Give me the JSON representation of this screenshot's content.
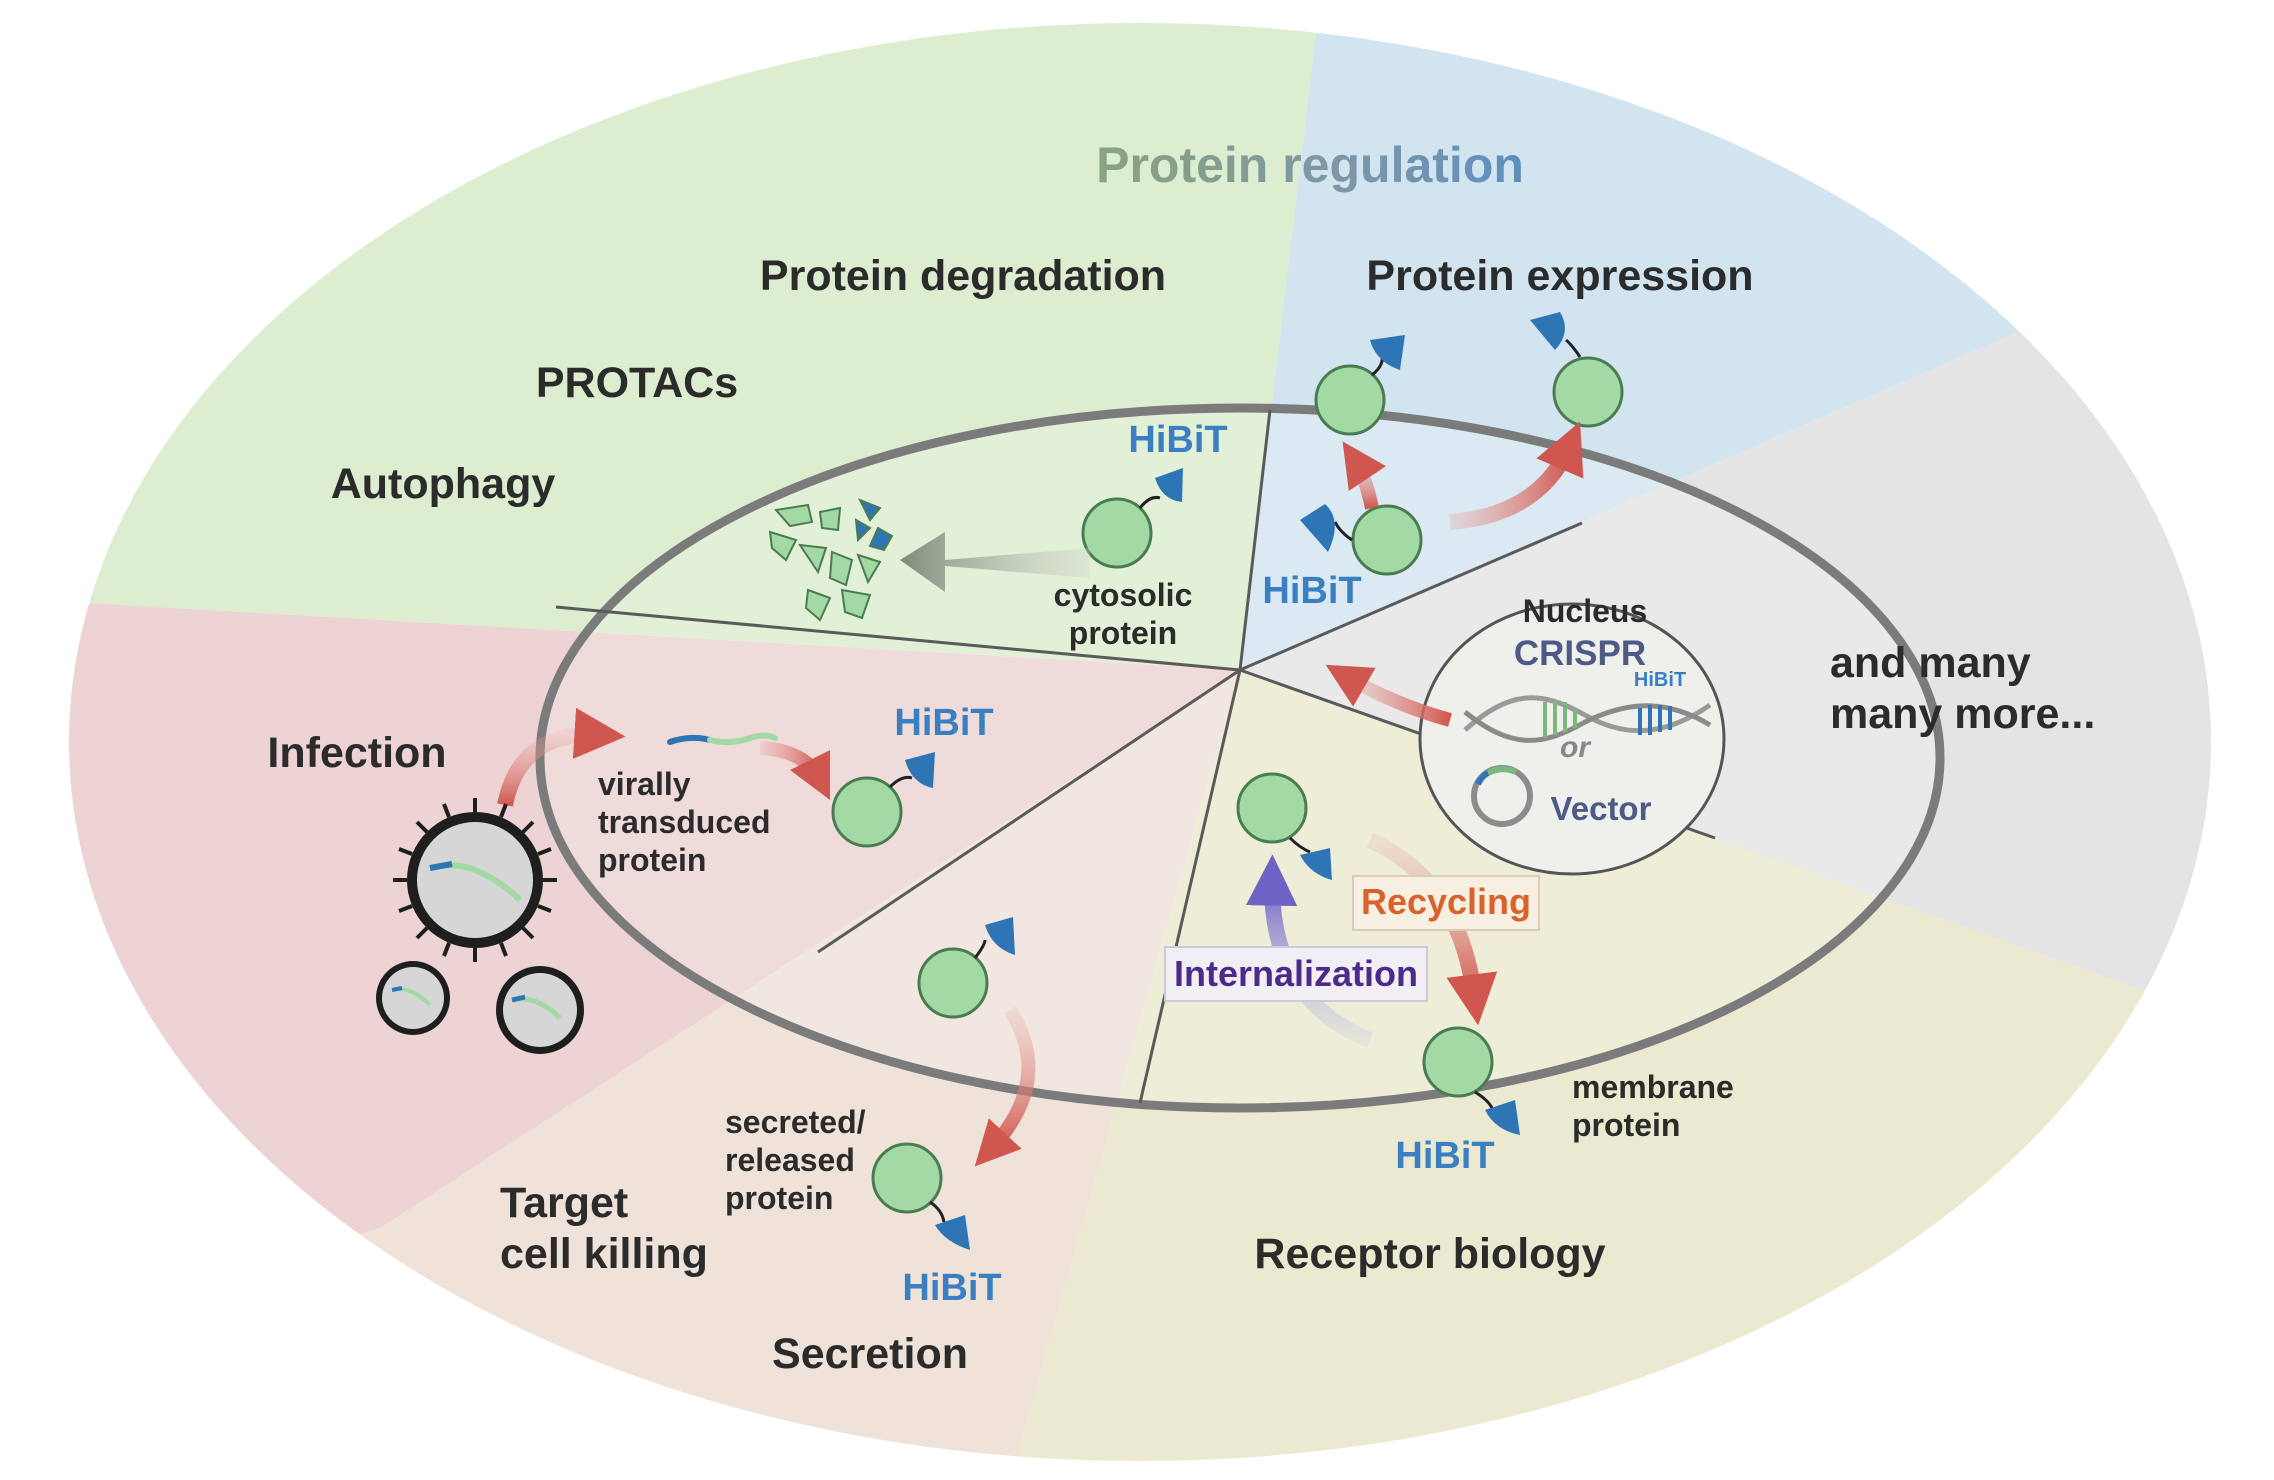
{
  "title": "Protein regulation",
  "sections": {
    "protein_degradation": "Protein degradation",
    "protacs": "PROTACs",
    "autophagy": "Autophagy",
    "protein_expression": "Protein expression",
    "infection": "Infection",
    "more_line1": "and many",
    "more_line2": "many more...",
    "target_line1": "Target",
    "target_line2": "cell killing",
    "secretion": "Secretion",
    "receptor_biology": "Receptor biology"
  },
  "inner_labels": {
    "hibit": "HiBiT",
    "cytosolic_line1": "cytosolic",
    "cytosolic_line2": "protein",
    "virally_line1": "virally",
    "virally_line2": "transduced",
    "virally_line3": "protein",
    "secreted_line1": "secreted/",
    "secreted_line2": "released",
    "secreted_line3": "protein",
    "membrane_line1": "membrane",
    "membrane_line2": "protein",
    "recycling": "Recycling",
    "internalization": "Internalization",
    "nucleus": "Nucleus",
    "crispr": "CRISPR",
    "or": "or",
    "vector": "Vector"
  },
  "colors": {
    "green_sector": "#dfeed3",
    "blue_sector": "#d6e6f2",
    "grey_sector": "#e6e6e6",
    "red_sector": "#efd6d6",
    "tan_sector": "#efe6dc",
    "yellow_sector": "#ecebd2",
    "protein": "#a3d9a5",
    "hibit_tag": "#2e75b6",
    "arrow_red": "#d9534f",
    "arrow_purple": "#7a6fc4",
    "internalization_text": "#4b2a8a",
    "recycling_text": "#d9622b"
  }
}
